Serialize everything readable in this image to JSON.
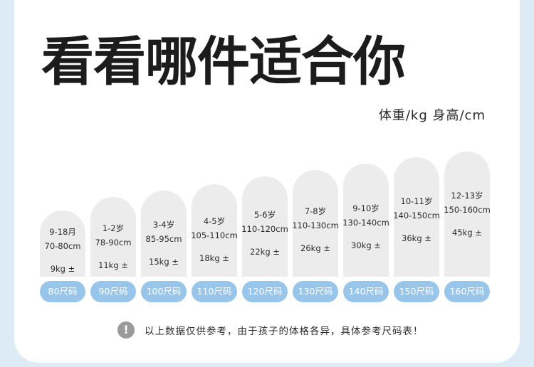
{
  "title": "看看哪件适合你",
  "unit_label": "体重/kg 身高/cm",
  "sizes": [
    {
      "age": "9-18月",
      "height": "70-80cm",
      "weight": "9kg ±",
      "size": "80尺码"
    },
    {
      "age": "1-2岁",
      "height": "78-90cm",
      "weight": "11kg ±",
      "size": "90尺码"
    },
    {
      "age": "3-4岁",
      "height": "85-95cm",
      "weight": "15kg ±",
      "size": "100尺码"
    },
    {
      "age": "4-5岁",
      "height": "105-110cm",
      "weight": "18kg ±",
      "size": "110尺码"
    },
    {
      "age": "5-6岁",
      "height": "110-120cm",
      "weight": "22kg ±",
      "size": "120尺码"
    },
    {
      "age": "7-8岁",
      "height": "110-130cm",
      "weight": "26kg ±",
      "size": "130尺码"
    },
    {
      "age": "9-10岁",
      "height": "130-140cm",
      "weight": "30kg ±",
      "size": "140尺码"
    },
    {
      "age": "10-11岁",
      "height": "140-150cm",
      "weight": "36kg ±",
      "size": "150尺码"
    },
    {
      "age": "12-13岁",
      "height": "150-160cm",
      "weight": "45kg ±",
      "size": "160尺码"
    }
  ],
  "note_icon": "exclamation-icon",
  "note": "以上数据仅供参考，由于孩子的体格各异，具体参考尺码表！",
  "colors": {
    "pill": "#98c6ea",
    "arch": "#ececec",
    "background": "#dcebf6"
  }
}
